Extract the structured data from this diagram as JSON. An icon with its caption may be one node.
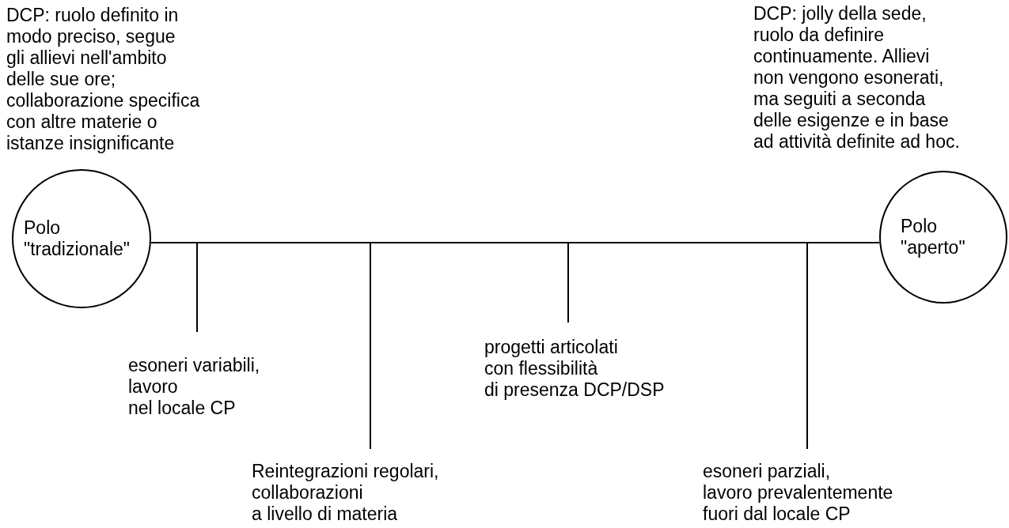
{
  "diagram": {
    "nodes": [
      {
        "text": [
          "Polo \"tradizionale\""
        ]
      },
      {
        "text": [
          "Polo \"aperto\""
        ]
      },
      {
        "text": [
          "esoneri variabili, lavoro nel locale CP"
        ]
      },
      {
        "text": [
          "Reintegrazioni regolari, collaborazioni a livello di materia"
        ]
      },
      {
        "text": [
          "progetti articolati con flessibilità di presenza DCP/DSP"
        ]
      },
      {
        "text": [
          "esoneri parziali, lavoro prevalentemente fuori dal locale CP"
        ]
      }
    ],
    "edges": [
      {
        "from": 0,
        "to": 1,
        "arrow": "none"
      },
      {
        "from": 2,
        "to": null,
        "arrow": "none"
      },
      {
        "from": 3,
        "to": null,
        "arrow": "none"
      },
      {
        "from": 4,
        "to": null,
        "arrow": "none"
      },
      {
        "from": 5,
        "to": null,
        "arrow": "none"
      }
    ],
    "labels": [
      "DCP: ruolo definito in modo preciso, segue gli allievi nell'ambito delle sue ore; collaborazione specifica con altre materie o istanze insignificante",
      "DCP: jolly della sede, ruolo da definire continuamente. Allievi non vengono esonerati, ma seguiti a seconda delle esigenze e in base ad attività definite ad hoc."
    ]
  }
}
